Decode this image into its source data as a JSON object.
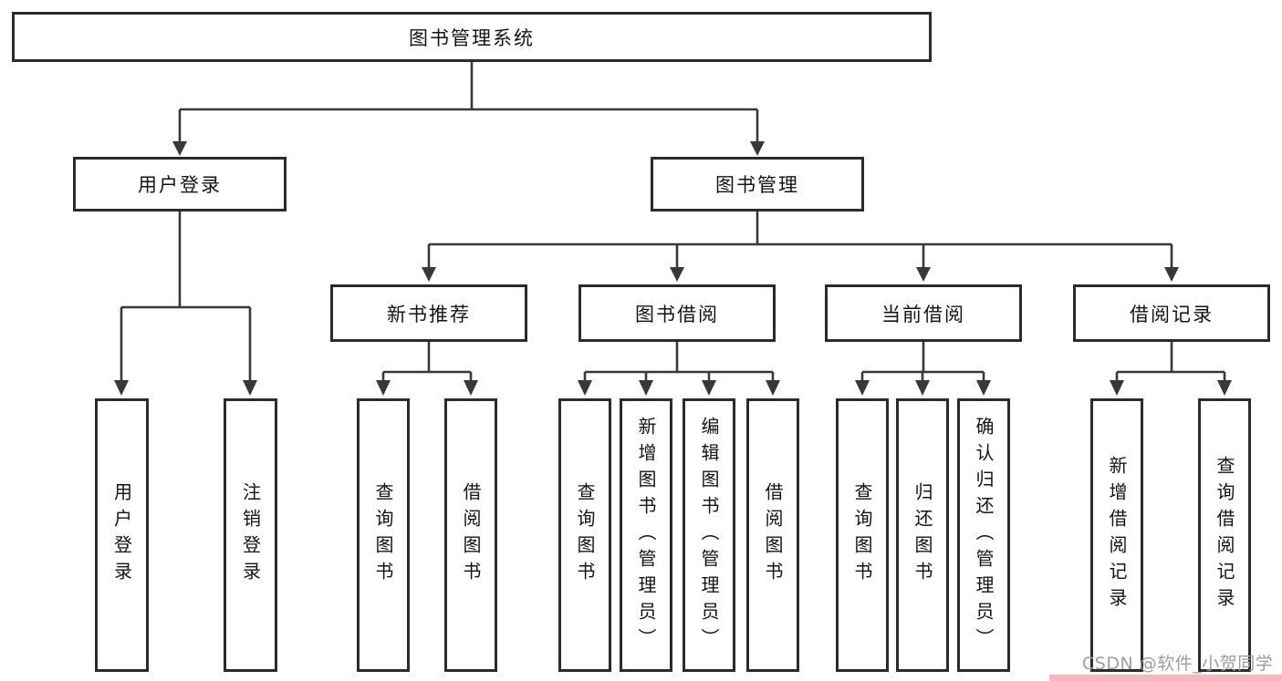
{
  "diagram": {
    "root": {
      "label": "图书管理系统"
    },
    "level2": [
      {
        "label": "用户登录"
      },
      {
        "label": "图书管理"
      }
    ],
    "level3": [
      {
        "label": "新书推荐"
      },
      {
        "label": "图书借阅"
      },
      {
        "label": "当前借阅"
      },
      {
        "label": "借阅记录"
      }
    ],
    "leaves": {
      "user_login": [
        "用户登录",
        "注销登录"
      ],
      "new_book": [
        "查询图书",
        "借阅图书"
      ],
      "book_borrow": [
        "查询图书",
        "新增图书（管理员）",
        "编辑图书（管理员）",
        "借阅图书"
      ],
      "current_borrow": [
        "查询图书",
        "归还图书",
        "确认归还（管理员）"
      ],
      "borrow_record": [
        "新增借阅记录",
        "查询借阅记录"
      ]
    }
  },
  "watermark": {
    "text": "CSDN @软件_小贺同学"
  },
  "colors": {
    "line": "#383838",
    "box_border": "#2b2b2b",
    "background": "#ffffff",
    "watermark_text": "#9e9e9e",
    "watermark_band": "#f5b8bc"
  }
}
